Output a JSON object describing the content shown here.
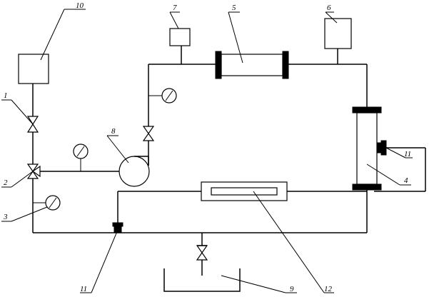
{
  "labels": {
    "l1": "1",
    "l2": "2",
    "l3": "3",
    "l4": "4",
    "l5": "5",
    "l6": "6",
    "l7": "7",
    "l8": "8",
    "l9": "9",
    "l10": "10",
    "l11a": "11",
    "l11b": "11",
    "l12": "12"
  }
}
